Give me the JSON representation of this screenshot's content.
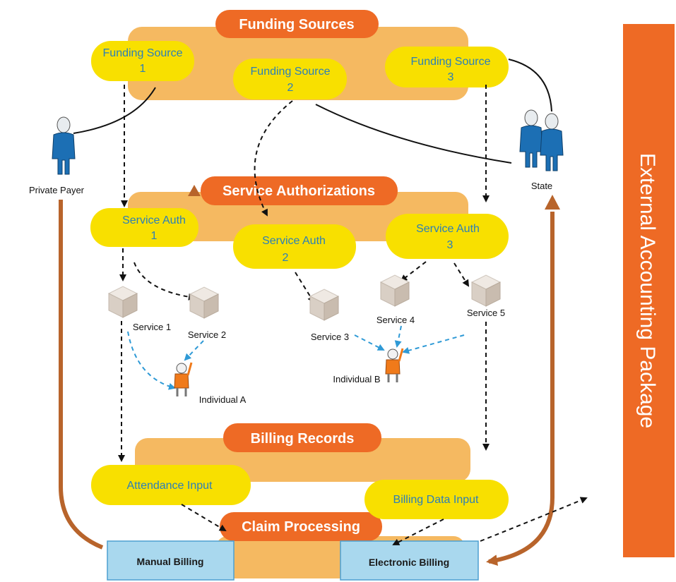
{
  "sections": {
    "funding_sources": "Funding Sources",
    "service_authorizations": "Service Authorizations",
    "billing_records": "Billing Records",
    "claim_processing": "Claim Processing"
  },
  "funding": [
    {
      "line1": "Funding Source",
      "line2": "1"
    },
    {
      "line1": "Funding Source",
      "line2": "2"
    },
    {
      "line1": "Funding Source",
      "line2": "3"
    }
  ],
  "auths": [
    {
      "line1": "Service Auth",
      "line2": "1"
    },
    {
      "line1": "Service Auth",
      "line2": "2"
    },
    {
      "line1": "Service Auth",
      "line2": "3"
    }
  ],
  "services": [
    "Service 1",
    "Service 2",
    "Service 3",
    "Service 4",
    "Service 5"
  ],
  "people": {
    "private_payer": "Private Payer",
    "state": "State",
    "individual_a": "Individual A",
    "individual_b": "Individual B"
  },
  "billing_inputs": {
    "attendance": "Attendance Input",
    "billing_data": "Billing Data Input"
  },
  "billing": {
    "manual": "Manual Billing",
    "electronic": "Electronic Billing"
  },
  "external": "External Accounting Package",
  "colors": {
    "title": "#ee6a25",
    "band": "#f5b961",
    "node": "#f8e000",
    "node_text": "#2b7fb9",
    "billing_box": "#a9d8ee",
    "arc": "#b8642b",
    "blue_dash": "#2f9ad6"
  },
  "icons": [
    "person-icon",
    "group-icon",
    "package-box-icon",
    "child-icon"
  ]
}
